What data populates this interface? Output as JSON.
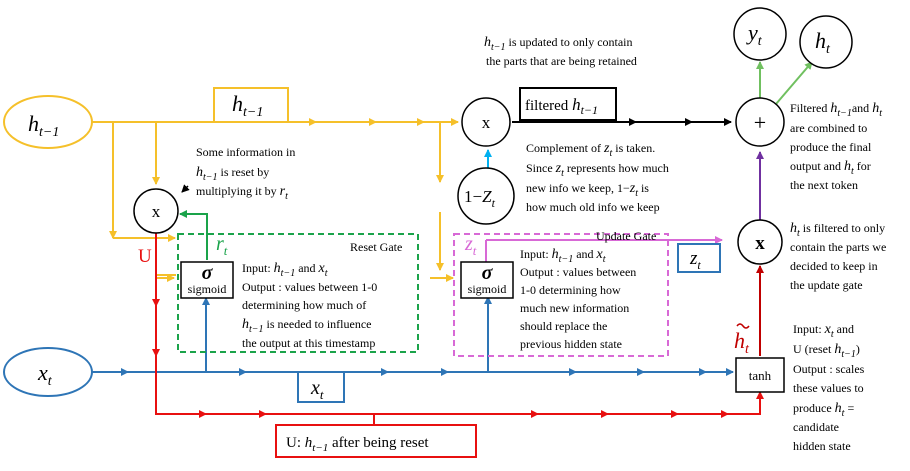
{
  "colors": {
    "hidden": "#f5c02a",
    "input": "#2e75b6",
    "reset": "#e81010",
    "reset_gate": "#1aa34a",
    "update_gate": "#d869d6",
    "candidate": "#c00000",
    "output": "#7030a0",
    "cyan": "#00b0f0",
    "green_out": "#70c060",
    "black": "#000000"
  },
  "nodes": {
    "h_prev": {
      "base": "h",
      "sub": "t−1"
    },
    "x_input": {
      "base": "x",
      "sub": "t"
    },
    "y_out": {
      "base": "y",
      "sub": "t"
    },
    "h_out": {
      "base": "h",
      "sub": "t"
    },
    "mult_reset": "x",
    "mult_filter": "x",
    "mult_update": "x",
    "plus": "+",
    "one_minus": {
      "prefix": "1−",
      "base": "Z",
      "sub": "t"
    },
    "tanh": "tanh",
    "sigmoid_symbol": "σ",
    "sigmoid_label": "sigmoid"
  },
  "labels": {
    "h_prev_box": {
      "base": "h",
      "sub": "t−1"
    },
    "x_box": {
      "base": "x",
      "sub": "t"
    },
    "filtered_box": {
      "prefix": "filtered ",
      "base": "h",
      "sub": "t−1"
    },
    "z_box": {
      "base": "z",
      "sub": "t"
    },
    "u_box": {
      "prefix": "U: ",
      "base": "h",
      "sub": "t−1",
      "suffix": " after being reset"
    },
    "U": "U",
    "r_t": {
      "base": "r",
      "sub": "t"
    },
    "z_t": {
      "base": "z",
      "sub": "t"
    },
    "h_tilde": {
      "base": "h",
      "sub": "t"
    },
    "reset_gate_title": "Reset Gate",
    "update_gate_title": "Update Gate"
  },
  "notes": {
    "retained": {
      "l1": {
        "base": "h",
        "sub": "t−1",
        "text": " is updated to only contain"
      },
      "l2": "the parts that are being retained"
    },
    "reset_info": {
      "l1": "Some information in",
      "l2": {
        "base": "h",
        "sub": "t−1",
        "text": " is reset by"
      },
      "l3": {
        "text": "multiplying it by ",
        "base": "r",
        "sub": "t"
      }
    },
    "complement": {
      "l1": {
        "text": "Complement of ",
        "base": "z",
        "sub": "t",
        "suffix": " is taken."
      },
      "l2": {
        "text": "Since ",
        "base": "z",
        "sub": "t",
        "suffix": " represents how much"
      },
      "l3": {
        "text": "new info we keep, 1−",
        "base": "z",
        "sub": "t",
        "suffix": " is"
      },
      "l4": "how much old info we keep"
    },
    "combined": {
      "l1": {
        "text": "Filtered ",
        "base": "h",
        "sub": "t−1",
        "mid": "and ",
        "base2": "h",
        "sub2": "t"
      },
      "l2": "are combined to",
      "l3": "produce the final",
      "l4": {
        "text": "output and ",
        "base": "h",
        "sub": "t",
        "suffix": " for"
      },
      "l5": "the next token"
    },
    "reset_gate": {
      "l1": {
        "text": "Input: ",
        "base": "h",
        "sub": "t−1",
        "mid": " and ",
        "base2": "x",
        "sub2": "t"
      },
      "l2": "Output : values between 1-0",
      "l3": "determining how much of",
      "l4": {
        "base": "h",
        "sub": "t−1",
        "text": " is needed to influence"
      },
      "l5": "the output at this timestamp"
    },
    "update_gate": {
      "l1": {
        "text": "Input: ",
        "base": "h",
        "sub": "t−1",
        "mid": " and ",
        "base2": "x",
        "sub2": "t"
      },
      "l2": "Output : values between",
      "l3": "1-0 determining how",
      "l4": "much new information",
      "l5": "should replace the",
      "l6": "previous hidden state"
    },
    "filtered": {
      "l1": {
        "base": "h",
        "sub": "t",
        "text": " is filtered to only"
      },
      "l2": "contain the parts we",
      "l3": "decided to keep in",
      "l4": "the update gate"
    },
    "tanh": {
      "l1": {
        "text": "Input: ",
        "base": "x",
        "sub": "t",
        "suffix": " and"
      },
      "l2": {
        "text": "U (reset ",
        "base": "h",
        "sub": "t−1",
        "suffix": ")"
      },
      "l3": "Output : scales",
      "l4": "these values to",
      "l5": {
        "text": "produce ",
        "base": "h",
        "sub": "t",
        "suffix": " ="
      },
      "l6": "candidate",
      "l7": "hidden state"
    }
  }
}
